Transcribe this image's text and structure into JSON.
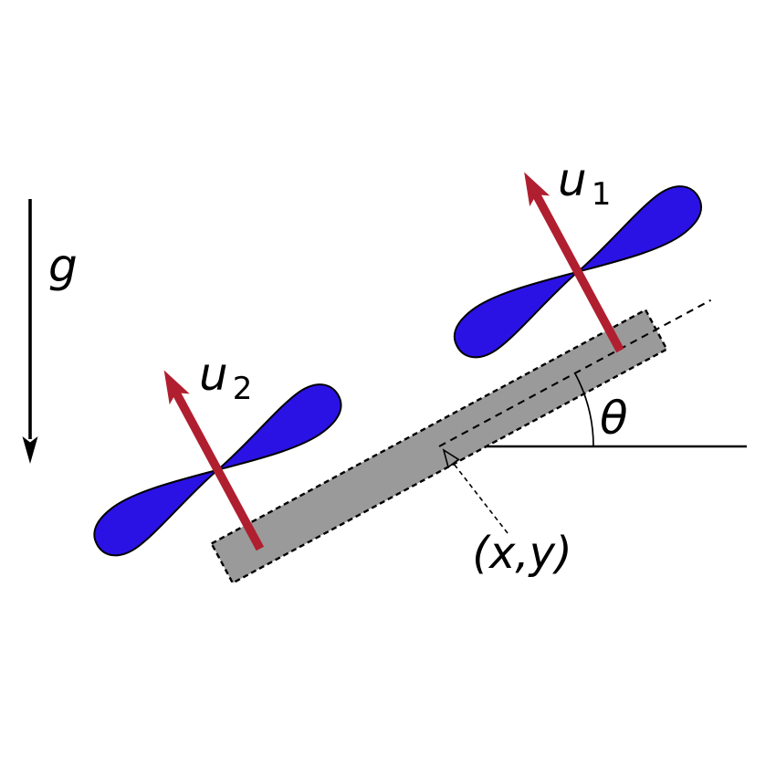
{
  "labels": {
    "gravity": "g",
    "thrust1": {
      "base": "u",
      "sub": "1"
    },
    "thrust2": {
      "base": "u",
      "sub": "2"
    },
    "angle": "θ",
    "position": "(x,y)"
  },
  "colors": {
    "thrust_red": "#b01f2f",
    "rotor_blue": "#2b12e4",
    "body_gray": "#9a9a9a",
    "line_black": "#000000",
    "background": "#ffffff"
  }
}
